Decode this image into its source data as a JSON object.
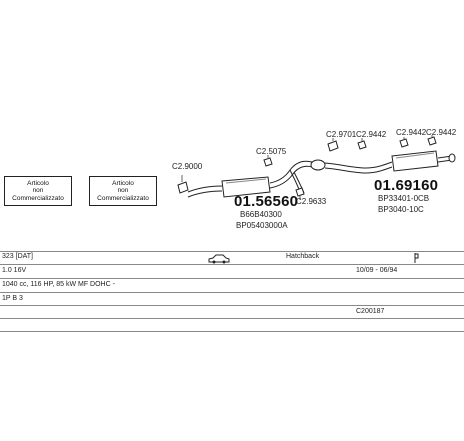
{
  "boxes": [
    {
      "line1": "Articolo",
      "line2": "non",
      "line3": "Commercializzato"
    },
    {
      "line1": "Articolo",
      "line2": "non",
      "line3": "Commercializzato"
    }
  ],
  "parts": {
    "p1": "C2.9000",
    "p2": "C2.5075",
    "p3": "C2.9633",
    "p4": "C2.9701",
    "p5": "C2.9442",
    "p6": "C2.9442",
    "p7": "C2.9442"
  },
  "assemblies": {
    "front": {
      "code": "01.56560",
      "ref1": "B66B40300",
      "ref2": "BP05403000A"
    },
    "rear": {
      "code": "01.69160",
      "ref1": "BP33401-0CB",
      "ref2": "BP3040-10C"
    }
  },
  "info": {
    "model": "323 [DAT]",
    "body": "Hatchback",
    "engine": "1.0 16V",
    "period": "10/09 - 06/94",
    "specs": "1040 cc, 116 HP, 85 kW MF DOHC -",
    "code": "1P B 3",
    "ref": "C200187"
  }
}
